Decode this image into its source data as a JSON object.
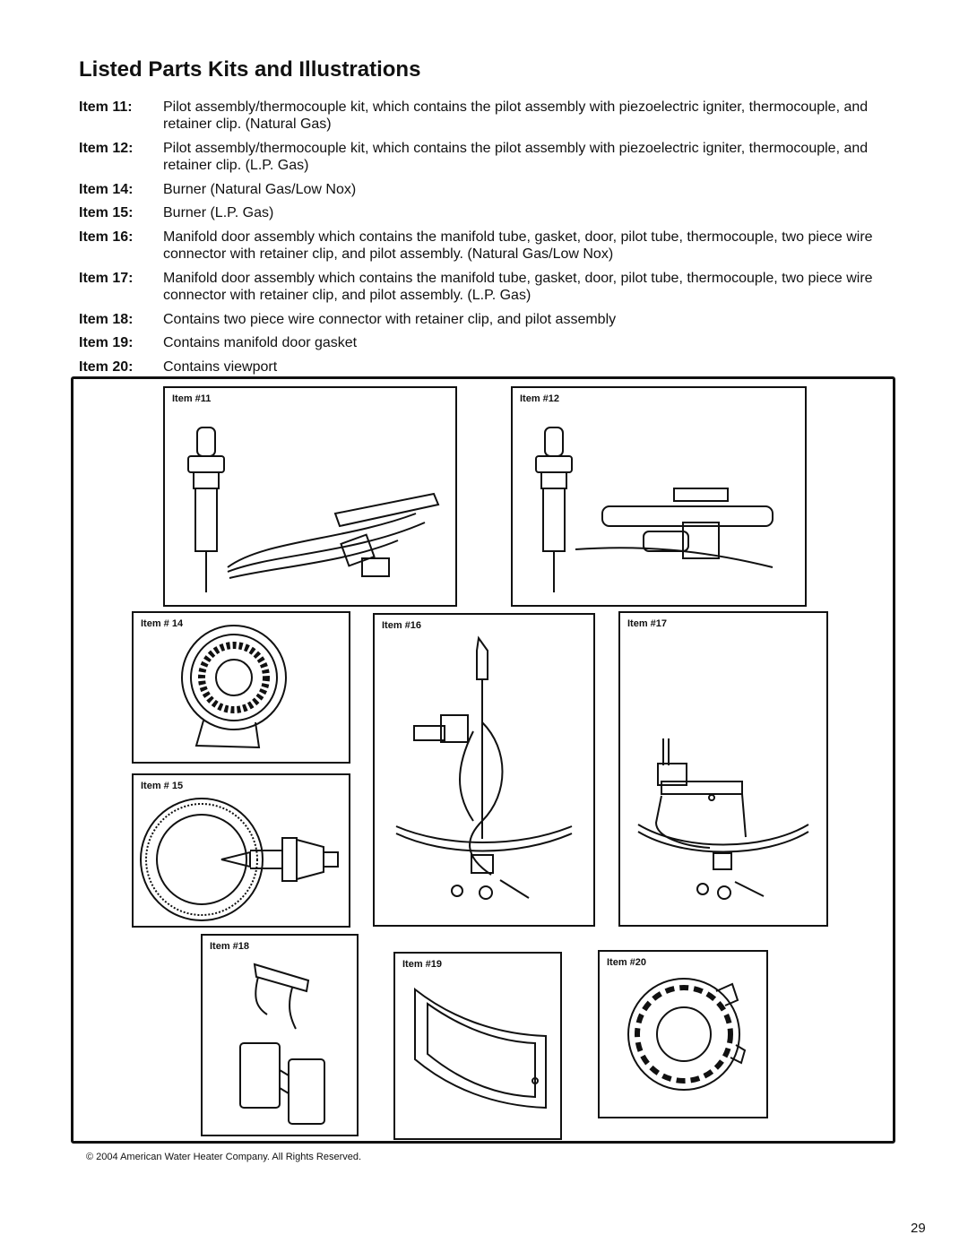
{
  "title": "Listed Parts Kits and Illustrations",
  "items": [
    {
      "label": "Item 11:",
      "text": "Pilot assembly/thermocouple kit, which contains the pilot assembly with piezoelectric igniter, thermocouple, and retainer clip. (Natural Gas)"
    },
    {
      "label": "Item 12:",
      "text": "Pilot assembly/thermocouple kit, which contains the pilot assembly with piezoelectric igniter, thermocouple, and retainer clip. (L.P. Gas)"
    },
    {
      "label": "Item 14:",
      "text": "Burner (Natural Gas/Low Nox)"
    },
    {
      "label": "Item 15:",
      "text": "Burner (L.P. Gas)"
    },
    {
      "label": "Item 16:",
      "text": "Manifold door assembly which contains the manifold tube, gasket, door, pilot tube, thermocouple, two piece wire connector with retainer clip, and pilot assembly. (Natural Gas/Low Nox)"
    },
    {
      "label": "Item 17:",
      "text": "Manifold door assembly which contains the manifold tube, gasket, door, pilot tube, thermocouple, two piece wire connector with retainer clip, and pilot assembly. (L.P. Gas)"
    },
    {
      "label": "Item 18:",
      "text": "Contains two piece wire connector with retainer clip, and pilot assembly"
    },
    {
      "label": "Item 19:",
      "text": "Contains manifold door gasket"
    },
    {
      "label": "Item 20:",
      "text": "Contains viewport"
    }
  ],
  "illustrations": {
    "item11": "Item #11",
    "item12": "Item #12",
    "item14": "Item # 14",
    "item15": "Item # 15",
    "item16": "Item #16",
    "item17": "Item #17",
    "item18": "Item #18",
    "item19": "Item #19",
    "item20": "Item #20"
  },
  "footer": "© 2004 American Water Heater Company.  All Rights Reserved.",
  "page_number": "29"
}
